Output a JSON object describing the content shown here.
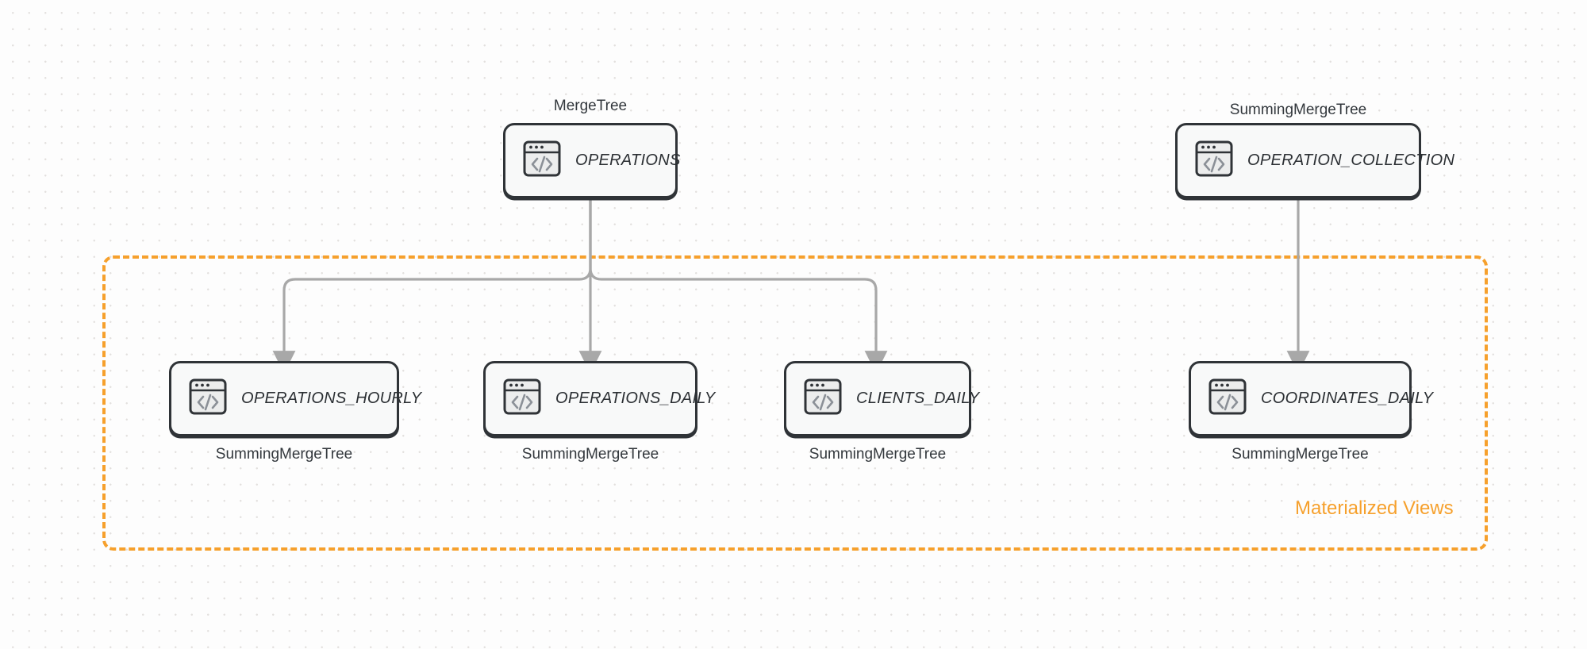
{
  "diagram": {
    "title": "ClickHouse table and materialized view topology",
    "colors": {
      "accent_orange": "#f6a02c",
      "node_border": "#2f3337",
      "node_fill": "#f8f9f9",
      "wire_gray": "#a8a8a8",
      "canvas": "#fdfdfd"
    }
  },
  "group": {
    "label": "Materialized Views",
    "border_style": "dashed",
    "border_color": "#f6a02c"
  },
  "nodes": [
    {
      "id": "operations",
      "name": "OPERATIONS",
      "engine": "MergeTree",
      "engine_position": "above",
      "icon": "code-window-icon"
    },
    {
      "id": "operation_collection",
      "name": "OPERATION_COLLECTION",
      "engine": "SummingMergeTree",
      "engine_position": "above",
      "icon": "code-window-icon"
    },
    {
      "id": "operations_hourly",
      "name": "OPERATIONS_HOURLY",
      "engine": "SummingMergeTree",
      "engine_position": "below",
      "icon": "code-window-icon"
    },
    {
      "id": "operations_daily",
      "name": "OPERATIONS_DAILY",
      "engine": "SummingMergeTree",
      "engine_position": "below",
      "icon": "code-window-icon"
    },
    {
      "id": "clients_daily",
      "name": "CLIENTS_DAILY",
      "engine": "SummingMergeTree",
      "engine_position": "below",
      "icon": "code-window-icon"
    },
    {
      "id": "coordinates_daily",
      "name": "COORDINATES_DAILY",
      "engine": "SummingMergeTree",
      "engine_position": "below",
      "icon": "code-window-icon"
    }
  ],
  "edges": [
    {
      "from": "operations",
      "to": "operations_hourly"
    },
    {
      "from": "operations",
      "to": "operations_daily"
    },
    {
      "from": "operations",
      "to": "clients_daily"
    },
    {
      "from": "operation_collection",
      "to": "coordinates_daily"
    }
  ]
}
